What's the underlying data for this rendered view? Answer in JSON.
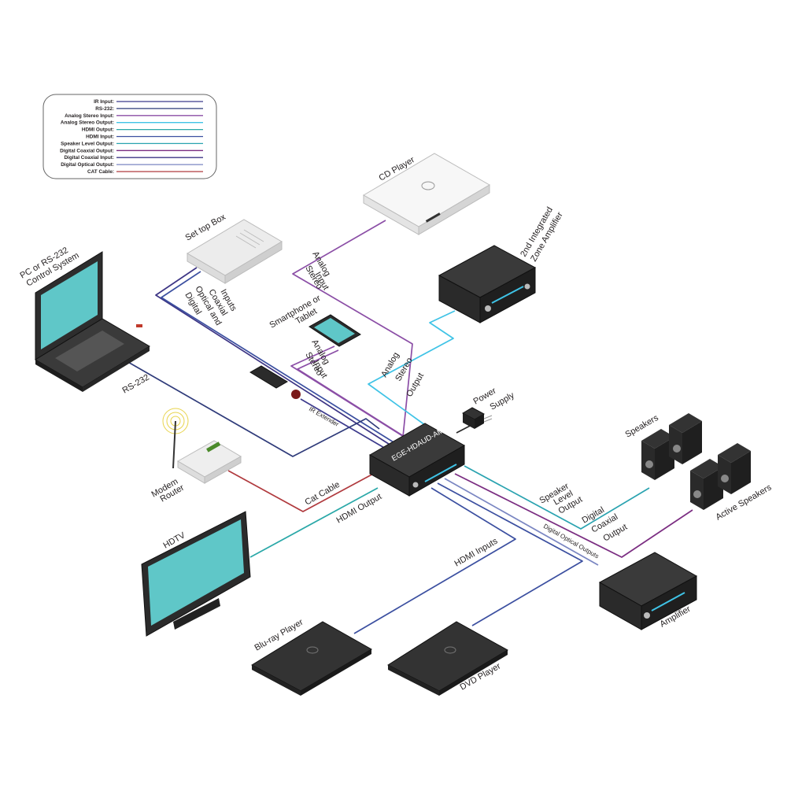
{
  "colors": {
    "ir": "#3c3a8c",
    "rs232": "#2f3b7a",
    "analog_in": "#8b4ea6",
    "analog_out": "#3fc3e6",
    "hdmi_out": "#2aa8a8",
    "hdmi_in": "#3b4fa0",
    "speaker": "#2aa3b0",
    "coax_out": "#7b2e82",
    "coax_in": "#3d3585",
    "optical_out": "#7a86c2",
    "cat": "#b03a3e",
    "screen": "#5fc7c8",
    "device_dark": "#2b2b2b",
    "device_light": "#e6e6e6"
  },
  "legend": {
    "items": [
      {
        "label": "IR Input:",
        "color_key": "ir"
      },
      {
        "label": "RS-232:",
        "color_key": "rs232"
      },
      {
        "label": "Analog Stereo Input:",
        "color_key": "analog_in"
      },
      {
        "label": "Analog Stereo Output:",
        "color_key": "analog_out"
      },
      {
        "label": "HDMI Output:",
        "color_key": "hdmi_out"
      },
      {
        "label": "HDMI Input:",
        "color_key": "hdmi_in"
      },
      {
        "label": "Speaker Level Output:",
        "color_key": "speaker"
      },
      {
        "label": "Digital Coaxial Output:",
        "color_key": "coax_out"
      },
      {
        "label": "Digital Coaxial Input:",
        "color_key": "coax_in"
      },
      {
        "label": "Digital Optical Output:",
        "color_key": "optical_out"
      },
      {
        "label": "CAT Cable:",
        "color_key": "cat"
      }
    ]
  },
  "hub": {
    "label": "EGE-HDAUD-AMP"
  },
  "devices": {
    "cd_player": {
      "label": "CD Player"
    },
    "set_top_box": {
      "label": "Set top Box"
    },
    "zone_amp": {
      "line1": "2nd Integrated",
      "line2": "Zone Amplifier"
    },
    "pc": {
      "line1": "PC or RS-232",
      "line2": "Control System"
    },
    "smartphone": {
      "line1": "Smartphone or",
      "line2": "Tablet"
    },
    "power_supply": {
      "line1": "Power",
      "line2": "Supply"
    },
    "speakers": {
      "label": "Speakers"
    },
    "active_speakers": {
      "label": "Active Speakers"
    },
    "modem": {
      "line1": "Modem",
      "line2": "Router"
    },
    "hdtv": {
      "label": "HDTV"
    },
    "amplifier": {
      "label": "Amplifier"
    },
    "bluray": {
      "label": "Blu-ray Player"
    },
    "dvd": {
      "label": "DVD Player"
    }
  },
  "cable_labels": {
    "digital_inputs": {
      "line1": "Digital",
      "line2": "Optical and",
      "line3": "Coaxial",
      "line4": "Inputs"
    },
    "analog_input_top": {
      "line1": "Analog",
      "line2": "Stereo",
      "line3": "Input"
    },
    "analog_input_phone": {
      "line1": "Analog",
      "line2": "Stereo",
      "line3": "Input"
    },
    "analog_output": {
      "line1": "Analog",
      "line2": "Stereo",
      "line3": "Output"
    },
    "rs232": {
      "label": "RS-232"
    },
    "ir_extender": {
      "label": "IR Extender"
    },
    "cat_cable": {
      "label": "Cat Cable"
    },
    "hdmi_output": {
      "label": "HDMI Output"
    },
    "hdmi_inputs": {
      "label": "HDMI Inputs"
    },
    "speaker_output": {
      "line1": "Speaker",
      "line2": "Level",
      "line3": "Output"
    },
    "digital_coaxial_output": {
      "line1": "Digital",
      "line2": "Coaxial",
      "line3": "Output"
    },
    "digital_optical_outputs": {
      "label": "Digital Optical Outputs"
    }
  }
}
